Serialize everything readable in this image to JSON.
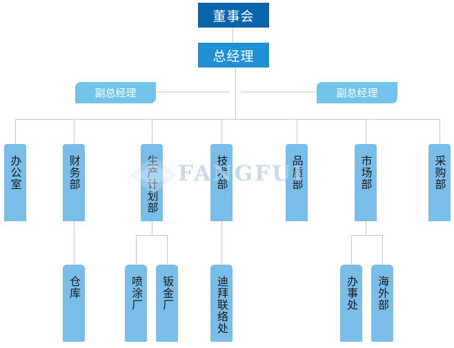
{
  "board": "董事会",
  "general_manager": "总经理",
  "deputy_left": "副总经理",
  "deputy_right": "副总经理",
  "departments": [
    "办公室",
    "财务部",
    "生产计划部",
    "技术部",
    "品质部",
    "市场部",
    "采购部"
  ],
  "sub_units": {
    "finance": [
      "仓库"
    ],
    "production": [
      "喷涂厂",
      "钣金厂"
    ],
    "technology": [
      "迪拜联络处"
    ],
    "market": [
      "办事处",
      "海外部"
    ]
  },
  "watermark": "FANGFUI",
  "colors": {
    "board": "#0a65ad",
    "general_manager": "#1f8fd6",
    "deputy": "#73c4ea",
    "department": "#79bde9",
    "connector": "#c8c8c8"
  }
}
